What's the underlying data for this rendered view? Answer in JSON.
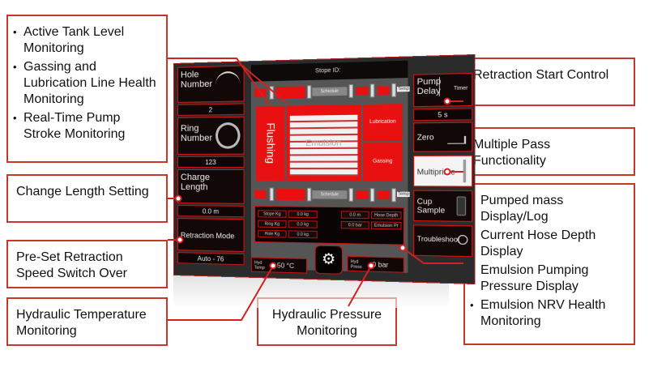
{
  "callouts": {
    "tank_level": {
      "items": [
        "Active Tank Level Monitoring",
        "Gassing and Lubrication Line Health Monitoring",
        "Real-Time Pump Stroke Monitoring"
      ]
    },
    "change_length": {
      "text": "Change Length Setting"
    },
    "retraction_speed": {
      "text": "Pre-Set Retraction Speed Switch Over"
    },
    "hyd_temp": {
      "text": "Hydraulic Temperature Monitoring"
    },
    "hyd_pressure": {
      "text": "Hydraulic Pressure Monitoring"
    },
    "retraction_start": {
      "text": "Retraction Start Control"
    },
    "multiple_pass": {
      "text": "Multiple Pass Functionality"
    },
    "pumped_mass": {
      "items": [
        "Pumped mass Display/Log",
        "Current Hose Depth Display",
        "Emulsion Pumping Pressure Display",
        "Emulsion NRV Health Monitoring"
      ]
    }
  },
  "screen": {
    "stope_id_label": "Stope ID:",
    "left": {
      "hole_number": {
        "label": "Hole Number",
        "value": "2"
      },
      "ring_number": {
        "label": "Ring Number",
        "value": "123"
      },
      "charge_length": {
        "label": "Charge Length",
        "value": "0.0 m"
      },
      "retraction_mode": {
        "label": "Retraction Mode",
        "value": "Auto - 76"
      }
    },
    "right": {
      "pump_delay": {
        "label": "Pump Delay",
        "sub": "Timer",
        "value": "5 s"
      },
      "zero": {
        "label": "Zero"
      },
      "multiprime": {
        "label": "Multiprime"
      },
      "cup_sample": {
        "label": "Cup Sample"
      },
      "troubleshoot": {
        "label": "Troubleshoot"
      }
    },
    "schematic": {
      "schedule_label": "Schedule",
      "flushing": "Flushing",
      "emulsion": "Emulsion",
      "lubrication": "Lubrication",
      "gassing": "Gassing",
      "tag": "Temp"
    },
    "mass": [
      {
        "label": "Stope Kg",
        "value": "0.0 kg"
      },
      {
        "label": "Ring Kg",
        "value": "0.0 kg"
      },
      {
        "label": "Hole Kg",
        "value": "0.0 kg"
      }
    ],
    "depth": [
      {
        "value": "0.0 m",
        "label": "Hose Depth"
      },
      {
        "value": "0.0 bar",
        "label": "Emulsion Pr"
      }
    ],
    "hyd_temp": {
      "label": "Hyd Temp",
      "value": "-50 °C"
    },
    "hyd_press": {
      "label": "Hyd Press",
      "value": "0 bar"
    },
    "settings_icon": "gears-icon"
  },
  "colors": {
    "accent": "#c8372a",
    "screen_red": "#e81010"
  }
}
